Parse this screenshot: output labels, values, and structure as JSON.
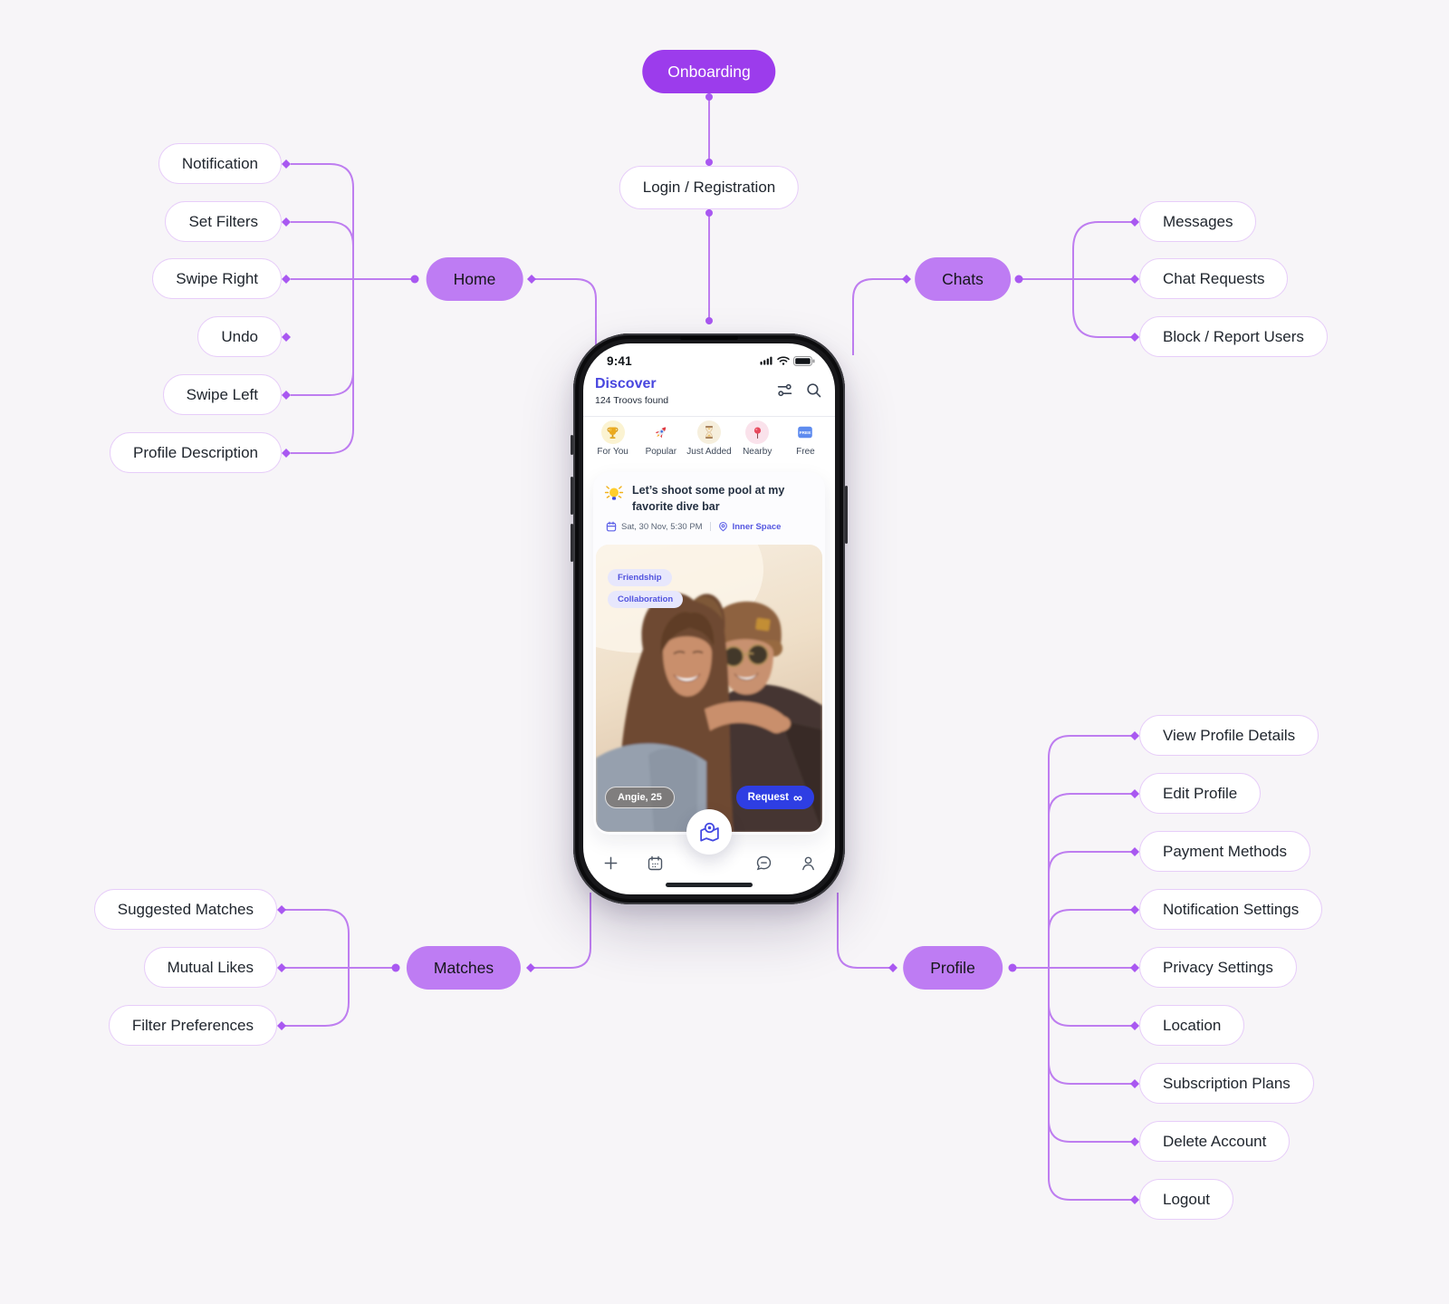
{
  "diagram": {
    "onboarding": {
      "label": "Onboarding"
    },
    "login": {
      "label": "Login / Registration"
    },
    "branches": [
      {
        "id": "home",
        "label": "Home",
        "children": [
          "Notification",
          "Set Filters",
          "Swipe Right",
          "Undo",
          "Swipe Left",
          "Profile Description"
        ]
      },
      {
        "id": "chats",
        "label": "Chats",
        "children": [
          "Messages",
          "Chat Requests",
          "Block / Report Users"
        ]
      },
      {
        "id": "matches",
        "label": "Matches",
        "children": [
          "Suggested Matches",
          "Mutual Likes",
          "Filter Preferences"
        ]
      },
      {
        "id": "profile",
        "label": "Profile",
        "children": [
          "View Profile Details",
          "Edit Profile",
          "Payment Methods",
          "Notification Settings",
          "Privacy Settings",
          "Location",
          "Subscription Plans",
          "Delete Account",
          "Logout"
        ]
      }
    ]
  },
  "phone": {
    "status_time": "9:41",
    "header": {
      "title": "Discover",
      "subtitle": "124 Troovs found"
    },
    "tabs": [
      {
        "label": "For You",
        "icon": "trophy"
      },
      {
        "label": "Popular",
        "icon": "rocket"
      },
      {
        "label": "Just Added",
        "icon": "hourglass"
      },
      {
        "label": "Nearby",
        "icon": "round-pin"
      },
      {
        "label": "Free",
        "icon": "free-badge",
        "badge_text": "FREE"
      }
    ],
    "card": {
      "title": "Let’s shoot some pool at my favorite dive bar",
      "datetime": "Sat, 30 Nov, 5:30 PM",
      "location": "Inner Space",
      "tags": [
        "Friendship",
        "Collaboration"
      ],
      "person": "Angie, 25",
      "cta": "Request",
      "cta_icon": "∞"
    }
  },
  "colors": {
    "background": "#F7F5F8",
    "connector_line": "#BE7DF0",
    "connector_dot": "#A958F1",
    "hub_fill": "#BE7CF3",
    "root_fill": "#9C3CEC",
    "child_border": "#E7CDF9",
    "app_accent_indigo": "#4846DF",
    "request_blue": "#2E3EE3"
  }
}
